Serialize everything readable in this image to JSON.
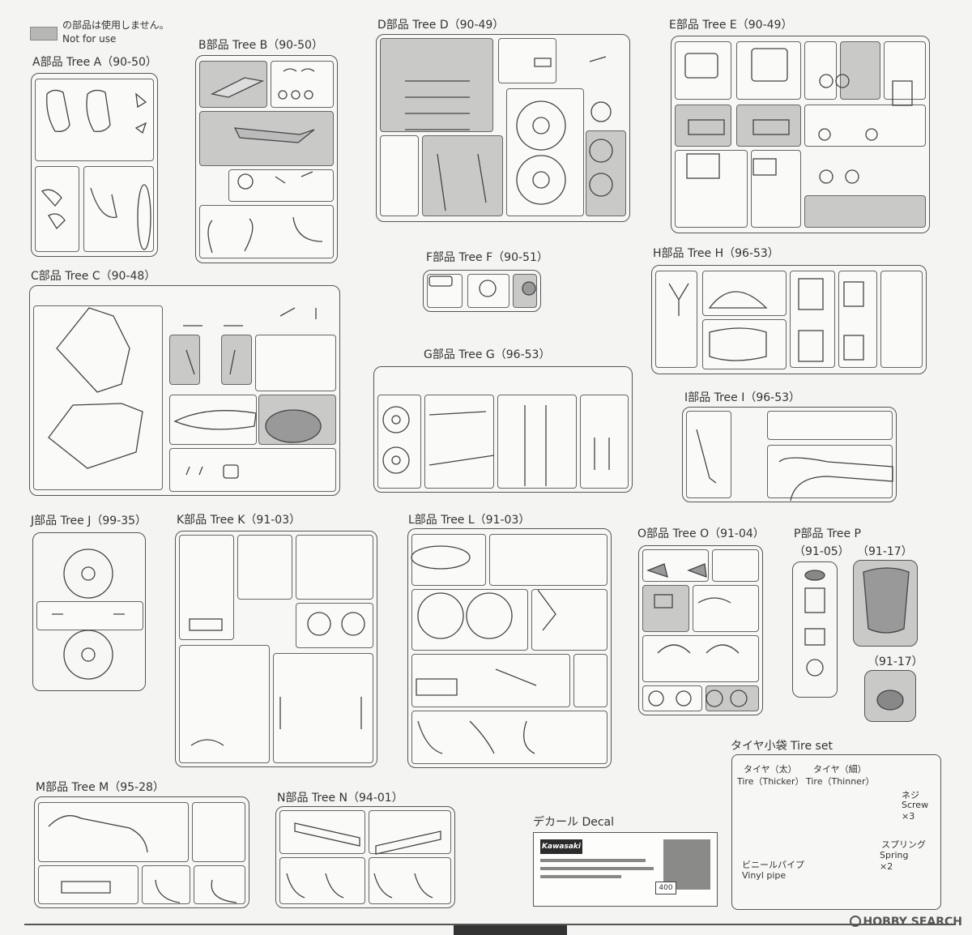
{
  "legend": {
    "jp": "の部品は使用しません。",
    "en": "Not for use"
  },
  "trees": {
    "A": {
      "label": "A部品 Tree A（90-50）"
    },
    "B": {
      "label": "B部品 Tree B（90-50）"
    },
    "C": {
      "label": "C部品 Tree C（90-48）"
    },
    "D": {
      "label": "D部品 Tree D（90-49）"
    },
    "E": {
      "label": "E部品 Tree E（90-49）"
    },
    "F": {
      "label": "F部品 Tree F（90-51）"
    },
    "G": {
      "label": "G部品 Tree G（96-53）"
    },
    "H": {
      "label": "H部品 Tree H（96-53）"
    },
    "I": {
      "label": "I部品 Tree I（96-53）"
    },
    "J": {
      "label": "J部品 Tree J（99-35）"
    },
    "K": {
      "label": "K部品 Tree K（91-03）"
    },
    "L": {
      "label": "L部品 Tree L（91-03）"
    },
    "M": {
      "label": "M部品 Tree M（95-28）"
    },
    "N": {
      "label": "N部品 Tree N（94-01）"
    },
    "O": {
      "label": "O部品 Tree O（91-04）"
    },
    "P": {
      "label": "P部品 Tree P",
      "code1": "（91-05）",
      "code2": "（91-17）",
      "code3": "（91-17）"
    }
  },
  "decal": {
    "label": "デカール Decal",
    "logo": "Kawasaki",
    "number": "400"
  },
  "tire_set": {
    "label": "タイヤ小袋 Tire set",
    "thick_jp": "タイヤ（太）",
    "thick_en": "Tire（Thicker）",
    "thin_jp": "タイヤ（細）",
    "thin_en": "Tire（Thinner）",
    "screw_jp": "ネジ",
    "screw_en": "Screw",
    "screw_qty": "×3",
    "spring_jp": "スプリング",
    "spring_en": "Spring",
    "spring_qty": "×2",
    "vinyl_jp": "ビニールパイプ",
    "vinyl_en": "Vinyl pipe"
  },
  "watermark": "HOBBY SEARCH"
}
